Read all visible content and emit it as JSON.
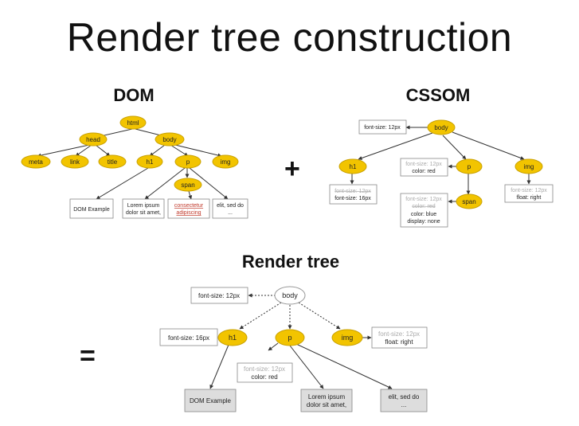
{
  "title": "Render tree construction",
  "dom": {
    "heading": "DOM",
    "nodes": {
      "html": "html",
      "head": "head",
      "body": "body",
      "meta": "meta",
      "link": "link",
      "title": "title",
      "h1": "h1",
      "p": "p",
      "img": "img",
      "span": "span"
    },
    "boxes": {
      "dom_example": "DOM Example",
      "lorem_1": "Lorem ipsum",
      "lorem_2": "dolor sit amet,",
      "consectetur_1": "consectetur",
      "consectetur_2": "adipiscing",
      "elit_1": "elit, sed do",
      "elit_2": "..."
    }
  },
  "plus": "+",
  "cssom": {
    "heading": "CSSOM",
    "nodes": {
      "body": "body",
      "h1": "h1",
      "p": "p",
      "img": "img",
      "span": "span"
    },
    "boxes": {
      "body_style": "font-size: 12px",
      "h1_struck": "font-size: 12px",
      "h1_style": "font-size: 16px",
      "p_inherited": "font-size: 12px",
      "p_style": "color: red",
      "img_inherited": "font-size: 12px",
      "img_style": "float: right",
      "span_inherited_1": "font-size: 12px",
      "span_inherited_2": "color: red",
      "span_style_1": "color: blue",
      "span_style_2": "display: none"
    }
  },
  "render_tree": {
    "heading": "Render tree",
    "equals": "=",
    "nodes": {
      "body": "body",
      "h1": "h1",
      "p": "p",
      "img": "img"
    },
    "boxes": {
      "body_style": "font-size: 12px",
      "h1_style": "font-size: 16px",
      "img_inherited": "font-size: 12px",
      "img_style": "float: right",
      "p_inherited": "font-size: 12px",
      "p_style": "color: red",
      "dom_example": "DOM Example",
      "lorem_1": "Lorem ipsum",
      "lorem_2": "dolor sit amet,",
      "elit_1": "elit, sed do",
      "elit_2": "..."
    }
  },
  "colors": {
    "node_fill": "#f2c400",
    "inherited_text": "#aaaaaa",
    "text_box_fill": "#dddddd"
  }
}
